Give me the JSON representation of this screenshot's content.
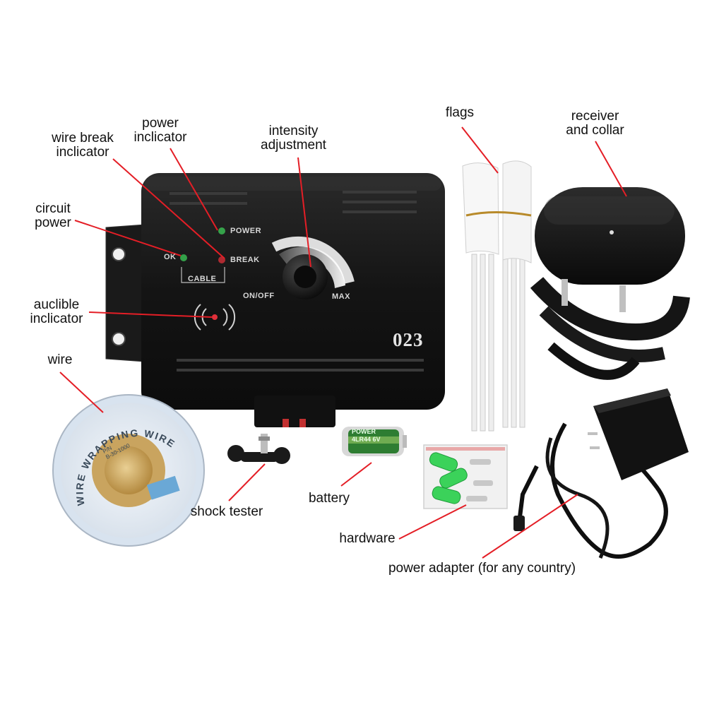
{
  "callouts": {
    "wire_break_indicator": [
      "wire break",
      "inclicator"
    ],
    "power_indicator": [
      "power",
      "inclicator"
    ],
    "intensity_adjustment": [
      "intensity",
      "adjustment"
    ],
    "flags": "flags",
    "receiver_and_collar": [
      "receiver",
      "and collar"
    ],
    "circuit_power": [
      "circuit",
      "power"
    ],
    "audible_indicator": [
      "auclible",
      "inclicator"
    ],
    "wire": "wire",
    "shock_tester": "shock tester",
    "battery": "battery",
    "hardware": "hardware",
    "power_adapter": "power adapter (for any country)"
  },
  "transmitter_panel": {
    "power": "POWER",
    "ok": "OK",
    "break": "BREAK",
    "cable": "CABLE",
    "on_off": "ON/OFF",
    "max": "MAX",
    "model": "023"
  },
  "spool_text": {
    "ring": "WIRE WRAPPING WIRE",
    "pn": "P/N",
    "code": "B-30-1000"
  },
  "battery_text": {
    "brand": "POWER",
    "code": "4LR44 6V"
  },
  "colors": {
    "callout_line": "#e41e26",
    "device_body": "#161616",
    "led_green": "#3ecf5a",
    "led_red": "#e0303a",
    "hardware_green": "#3bd25a"
  }
}
